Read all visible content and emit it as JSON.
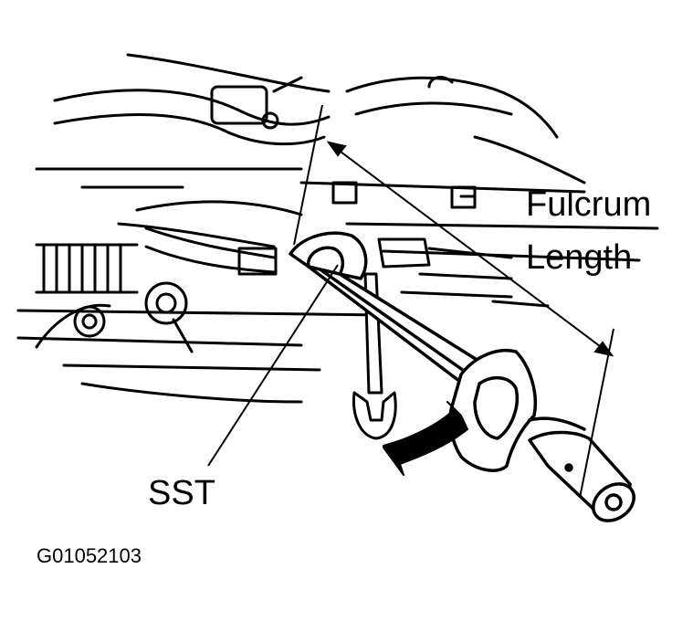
{
  "figure": {
    "labels": {
      "fulcrum_line1": "Fulcrum",
      "fulcrum_line2": "Length",
      "sst": "SST",
      "figure_id": "G01052103"
    },
    "colors": {
      "ink": "#000000",
      "paper": "#ffffff"
    },
    "icons": [
      "rotation-arrow-icon",
      "dimension-arrow-icon"
    ]
  }
}
